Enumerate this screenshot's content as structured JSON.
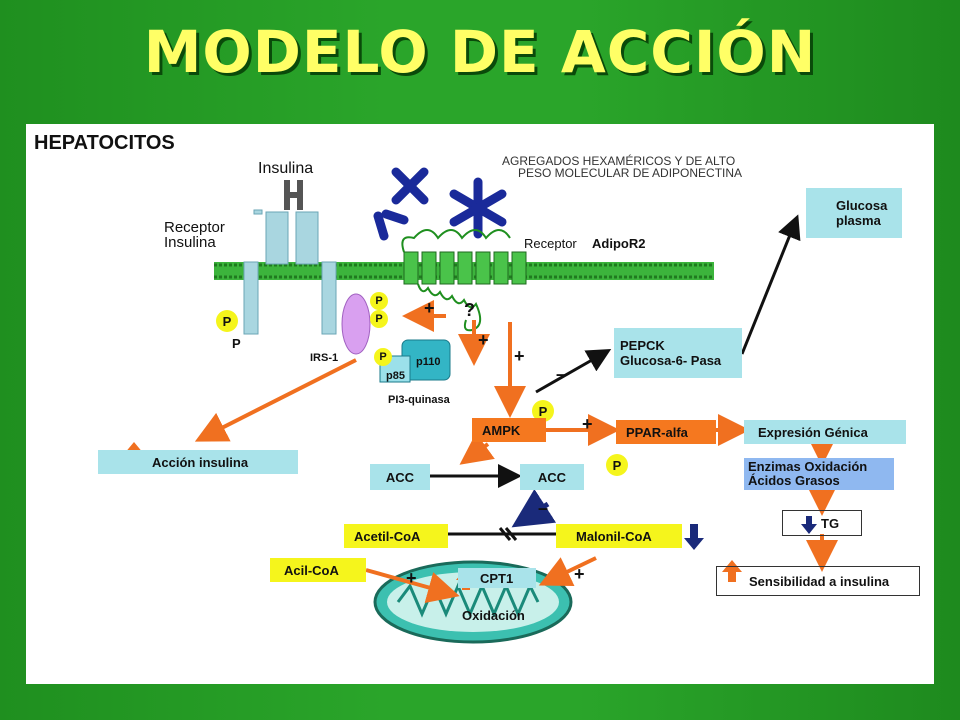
{
  "slide_title": "MODELO DE ACCIÓN",
  "diagram": {
    "section_title": "HEPATOCITOS",
    "insulin": "Insulina",
    "insulin_receptor": "Receptor\nInsulina",
    "adipo_aggregates_line1": "AGREGADOS HEXAMÉRICOS Y DE ALTO",
    "adipo_aggregates_line2": "PESO MOLECULAR DE ADIPONECTINA",
    "adipo_receptor_prefix": "Receptor",
    "adipo_receptor_name": "AdipoR2",
    "phospho": "P",
    "irs1": "IRS-1",
    "p110": "p110",
    "p85": "p85",
    "pi3k": "PI3-quinasa",
    "question": "?",
    "plus": "+",
    "minus": "–",
    "ampk": "AMPK",
    "pepck_line1": "PEPCK",
    "pepck_line2": "Glucosa-6- Pasa",
    "glucosa_line1": "Glucosa",
    "glucosa_line2": "plasma",
    "ppar": "PPAR-alfa",
    "expresion": "Expresión Génica",
    "enzimas_line1": "Enzimas Oxidación",
    "enzimas_line2": "Ácidos Grasos",
    "tg": "TG",
    "sensibilidad": "Sensibilidad a insulina",
    "accion_insulina": "Acción insulina",
    "acc": "ACC",
    "acetil": "Acetil-CoA",
    "malonil": "Malonil-CoA",
    "acil": "Acil-CoA",
    "cpt1": "CPT1",
    "oxidacion": "Oxidación"
  },
  "colors": {
    "background": "#2aa52a",
    "title": "#ffff66",
    "cyan_box": "#a9e3ea",
    "yellow_box": "#f5f51c",
    "orange_box": "#f5781f",
    "blue_box": "#8fb8f0",
    "arrow_orange": "#f07020",
    "membrane": "#3cb43c",
    "adiponectin": "#1a2a9a"
  }
}
